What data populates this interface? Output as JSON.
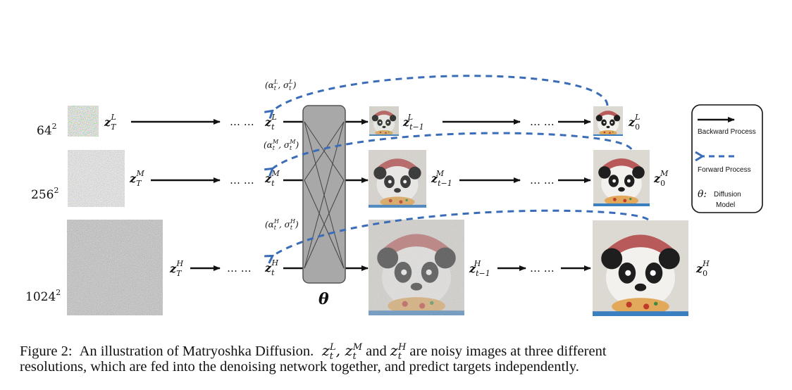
{
  "rows": [
    {
      "id": "L",
      "resolution_base": "64",
      "resolution_exp": "2"
    },
    {
      "id": "M",
      "resolution_base": "256",
      "resolution_exp": "2"
    },
    {
      "id": "H",
      "resolution_base": "1024",
      "resolution_exp": "2"
    }
  ],
  "symbols": {
    "z": "z",
    "T": "T",
    "t": "t",
    "tm1": "t−1",
    "zero": "0",
    "L": "L",
    "M": "M",
    "H": "H",
    "ellipsis": "… …",
    "theta": "θ",
    "noise_L": "(α",
    "alpha": "α",
    "sigma": "σ"
  },
  "noise_labels": {
    "L": "(α_t^L, σ_t^L)",
    "M": "(α_t^M, σ_t^M)",
    "H": "(α_t^H, σ_t^H)"
  },
  "legend": {
    "backward": "Backward Process",
    "forward": "Forward Process",
    "theta_prefix": "θ:",
    "diffusion_line1": "Diffusion",
    "diffusion_line2": "Model"
  },
  "caption": {
    "label": "Figure 2:",
    "text1": "An illustration of Matryoshka Diffusion.",
    "and": "and",
    "text2": "are noisy images at three different",
    "line2": "resolutions, which are fed into the denoising network together, and predict targets independently."
  },
  "colors": {
    "forward_arrow": "#3b6cb7",
    "network_fill": "#a8a8a8",
    "network_stroke": "#555555"
  }
}
